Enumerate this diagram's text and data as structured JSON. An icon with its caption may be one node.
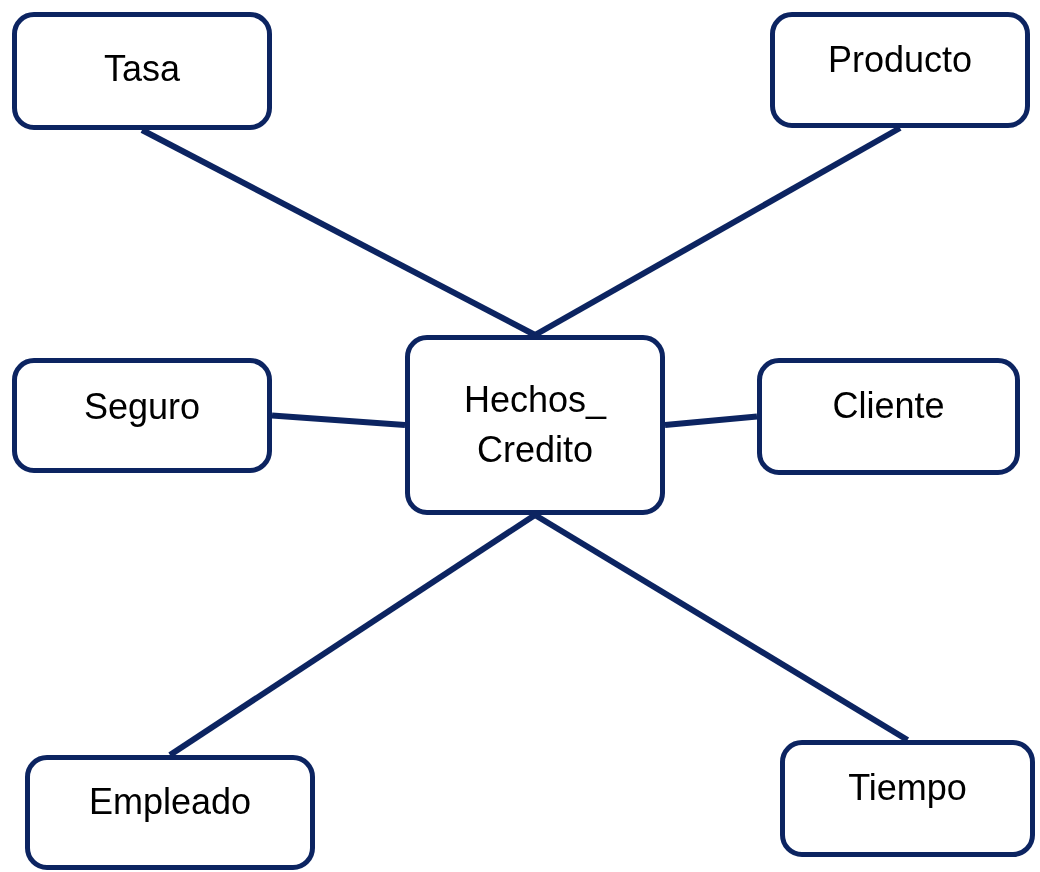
{
  "diagram": {
    "nodes": [
      {
        "text": [
          "Tasa"
        ]
      },
      {
        "text": [
          "Producto"
        ]
      },
      {
        "text": [
          "Seguro"
        ]
      },
      {
        "text": [
          "Hechos_ Credito"
        ]
      },
      {
        "text": [
          "Cliente"
        ]
      },
      {
        "text": [
          "Empleado"
        ]
      },
      {
        "text": [
          "Tiempo"
        ]
      }
    ],
    "edges": [
      {
        "from": 3,
        "to": 0,
        "arrow": "none"
      },
      {
        "from": 3,
        "to": 1,
        "arrow": "none"
      },
      {
        "from": 3,
        "to": 2,
        "arrow": "none"
      },
      {
        "from": 3,
        "to": 4,
        "arrow": "none"
      },
      {
        "from": 3,
        "to": 5,
        "arrow": "none"
      },
      {
        "from": 3,
        "to": 6,
        "arrow": "none"
      }
    ]
  }
}
